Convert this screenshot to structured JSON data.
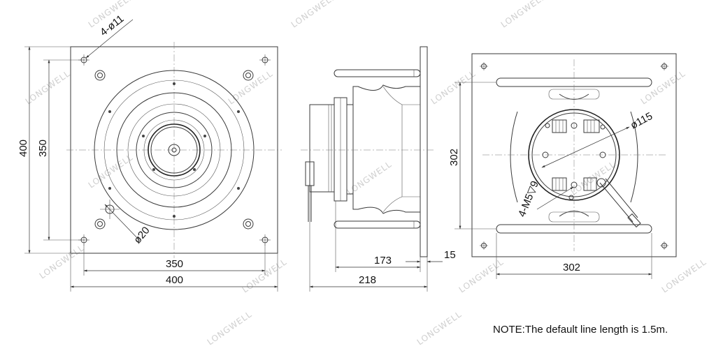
{
  "watermark": "LONGWELL",
  "note": "NOTE:The default line length is 1.5m.",
  "front_view": {
    "hole_callout": "4-ø11",
    "width": "400",
    "hole_spacing_w": "350",
    "height": "400",
    "hole_spacing_h": "350",
    "center_hole": "ø20"
  },
  "side_view": {
    "depth_total": "218",
    "depth_body": "173",
    "flange": "15"
  },
  "rear_view": {
    "ring_diameter": "ø115",
    "thread_callout": "4-M5▽9",
    "height": "302",
    "width": "302"
  }
}
